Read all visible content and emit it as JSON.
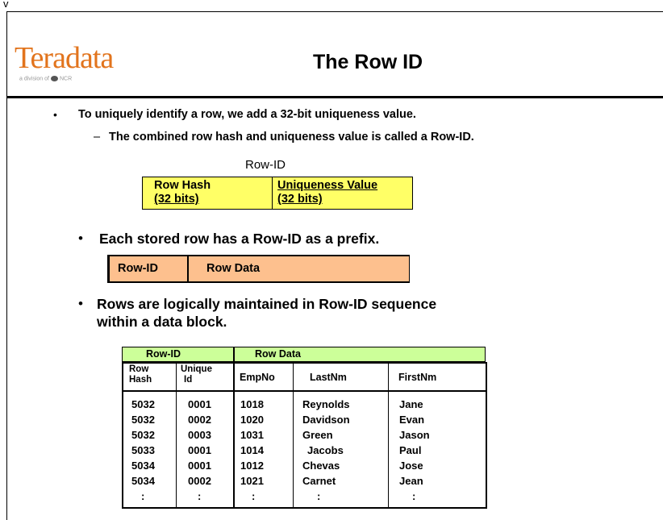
{
  "corner_mark": "v",
  "logo": {
    "wordmark": "Teradata",
    "tagline_a": "a division of",
    "tagline_b": "NCR"
  },
  "title": "The Row ID",
  "bullet1": "To uniquely identify a row, we add a 32-bit uniqueness value.",
  "sub1": "The combined row hash and uniqueness value is called a Row-ID.",
  "rowid_diagram": {
    "label": "Row-ID",
    "left_line1": "Row Hash",
    "left_line2": "(32 bits)",
    "right_line1": "Uniqueness Value",
    "right_line2": "(32 bits)"
  },
  "bullet2": "Each stored row has a Row-ID as a prefix.",
  "prefix_diagram": {
    "left": "Row-ID",
    "right": "Row Data"
  },
  "bullet3_line1": "Rows are logically maintained in Row-ID sequence",
  "bullet3_line2": "within a data block.",
  "table": {
    "group_rowid": "Row-ID",
    "group_rowdata": "Row Data",
    "headers": {
      "hash_a": "Row",
      "hash_b": "Hash",
      "uniq_a": "Unique",
      "uniq_b": "Id",
      "empno": "EmpNo",
      "lastnm": "LastNm",
      "firstnm": "FirstNm"
    },
    "rows": [
      [
        "5032",
        "0001",
        "1018",
        "Reynolds",
        "Jane"
      ],
      [
        "5032",
        "0002",
        "1020",
        "Davidson",
        "Evan"
      ],
      [
        "5032",
        "0003",
        "1031",
        "Green",
        "Jason"
      ],
      [
        "5033",
        "0001",
        "1014",
        "Jacobs",
        "Paul"
      ],
      [
        "5034",
        "0001",
        "1012",
        "Chevas",
        "Jose"
      ],
      [
        "5034",
        "0002",
        "1021",
        "Carnet",
        "Jean"
      ],
      [
        ":",
        ":",
        ":",
        ":",
        ":"
      ]
    ]
  },
  "colors": {
    "yellow": "#ffff66",
    "peach": "#fdc08e",
    "green": "#ccff99",
    "logo_orange": "#e2741d"
  }
}
